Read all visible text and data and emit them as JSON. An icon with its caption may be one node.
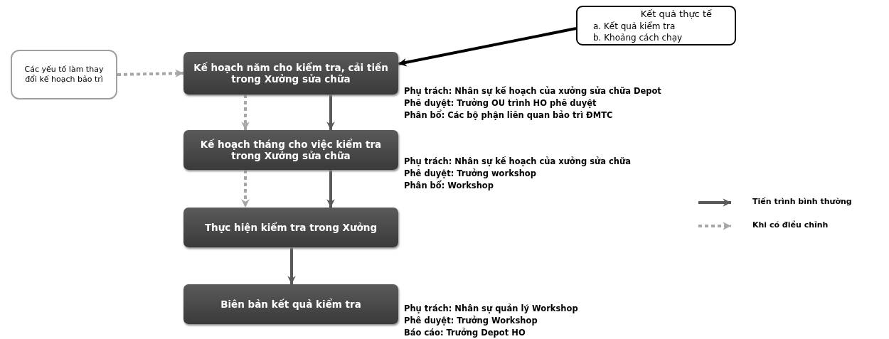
{
  "diagram": {
    "nodes": [
      {
        "text": [
          "Các yếu tố làm thay đổi kế hoạch bảo trì"
        ]
      },
      {
        "text": [
          "Kết quả thực tế",
          "a. Kết quả kiểm tra",
          "b. Khoảng cách chạy"
        ]
      },
      {
        "text": [
          "Kế hoạch năm cho kiểm tra, cải tiến trong Xưởng sửa chữa"
        ],
        "beside": [
          "Phụ trách: Nhân sự kế hoạch của xưởng sửa chữa Depot",
          "Phê duyệt: Trưởng OU trình HO phê duyệt",
          "Phân bổ: Các bộ phận liên quan bảo trì ĐMTC"
        ]
      },
      {
        "text": [
          "Kế hoạch tháng cho việc kiểm tra trong Xưởng sửa chữa"
        ],
        "beside": [
          "Phụ trách: Nhân sự kế hoạch của xưởng sửa chữa",
          "Phê duyệt: Trưởng workshop",
          "Phân bổ: Workshop"
        ]
      },
      {
        "text": [
          "Thực hiện kiểm tra trong Xưởng"
        ]
      },
      {
        "text": [
          "Biên bản kết quả kiểm tra"
        ],
        "beside": [
          "Phụ trách: Nhân sự quản lý Workshop",
          "Phê duyệt: Trưởng Workshop",
          "Báo cáo: Trưởng Depot HO"
        ]
      }
    ],
    "edges": [
      {
        "from": 0,
        "to": 2,
        "arrow": "to",
        "style": "dashed",
        "color": "#a6a6a6"
      },
      {
        "from": 1,
        "to": 2,
        "arrow": "to",
        "color": "#000000"
      },
      {
        "from": 2,
        "to": 3,
        "arrow": "to",
        "style": "dashed",
        "color": "#a6a6a6"
      },
      {
        "from": 2,
        "to": 3,
        "arrow": "to"
      },
      {
        "from": 3,
        "to": 4,
        "arrow": "to",
        "style": "dashed",
        "color": "#a6a6a6"
      },
      {
        "from": 3,
        "to": 4,
        "arrow": "to"
      },
      {
        "from": 4,
        "to": 5,
        "arrow": "to"
      }
    ],
    "legend": [
      {
        "text": "Tiến trình bình thường"
      },
      {
        "text": "Khi có điều chỉnh"
      }
    ]
  }
}
